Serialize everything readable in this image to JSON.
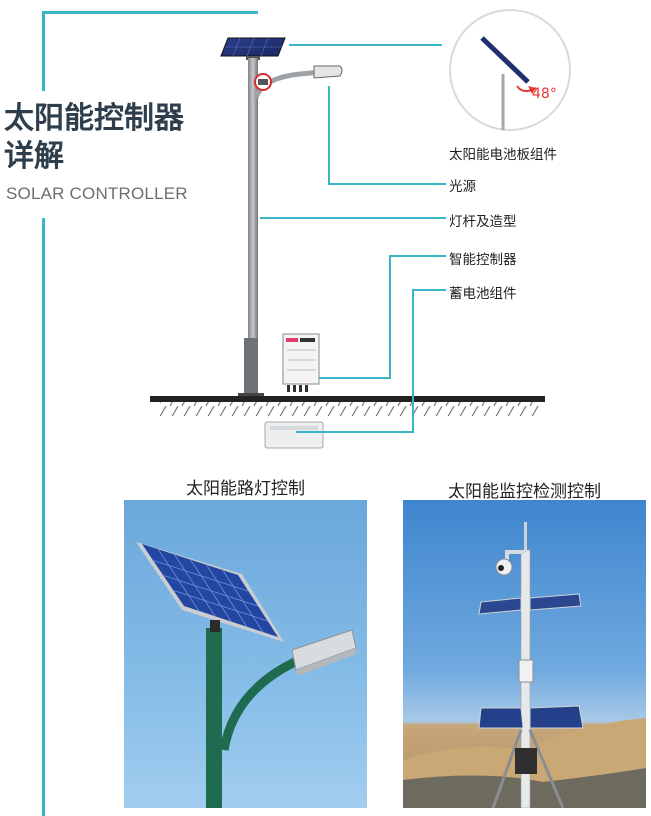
{
  "header": {
    "title_line1": "太阳能控制器",
    "title_line2": "详解",
    "subtitle": "SOLAR CONTROLLER"
  },
  "diagram": {
    "angle_label": "48°",
    "labels": [
      "太阳能电池板组件",
      "光源",
      "灯杆及造型",
      "智能控制器",
      "蓄电池组件"
    ]
  },
  "photos": {
    "left_caption": "太阳能路灯控制",
    "right_caption": "太阳能监控检测控制"
  },
  "colors": {
    "accent": "#3ab5c6",
    "title": "#2f3e4c",
    "angle_arrow": "#e53935"
  }
}
